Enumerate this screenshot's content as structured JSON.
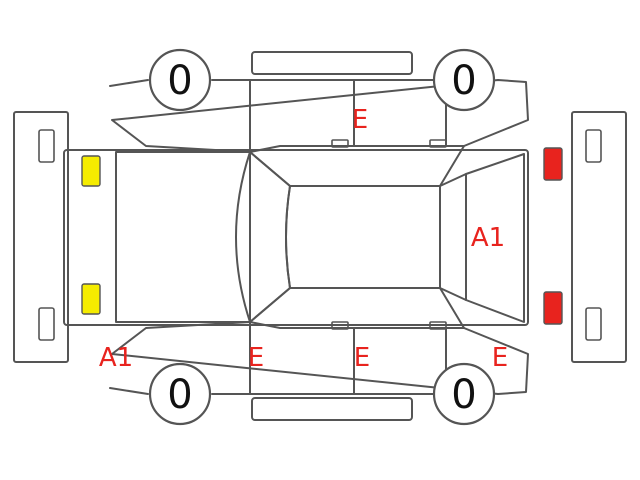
{
  "colors": {
    "outline": "#555555",
    "mark_text": "#e8231e",
    "lamp_front": "#f5ec00",
    "lamp_rear": "#e8231e",
    "wheel_text": "#111111"
  },
  "wheels": {
    "front_left": "0",
    "rear_left": "0",
    "front_right": "0",
    "rear_right": "0"
  },
  "marks": {
    "rear_left_door": "E",
    "front_windshield": "A1",
    "front_bumper_left": "A1",
    "front_left_door": "E",
    "rear_left_door_bottom": "E",
    "rear_left_quarter": "E"
  }
}
